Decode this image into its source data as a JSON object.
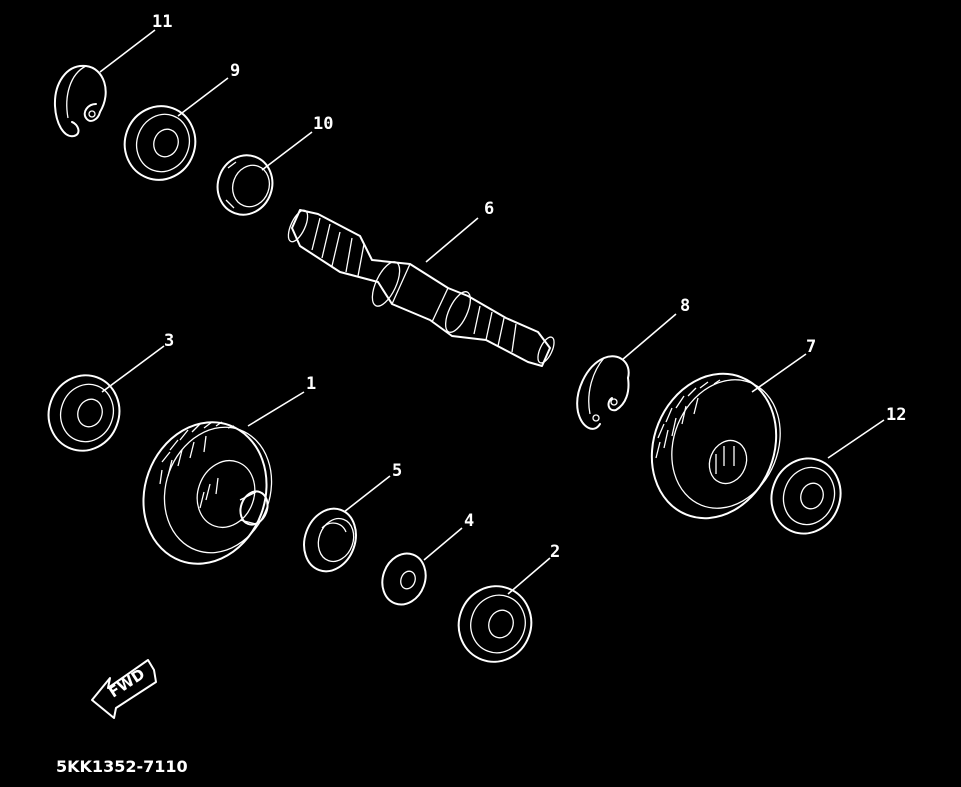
{
  "diagram": {
    "part_code": "5KK1352-7110",
    "direction_label": "FWD",
    "callouts": [
      "1",
      "2",
      "3",
      "4",
      "5",
      "6",
      "7",
      "8",
      "9",
      "10",
      "11",
      "12"
    ]
  },
  "colors": {
    "background": "#000000",
    "line": "#ffffff"
  }
}
